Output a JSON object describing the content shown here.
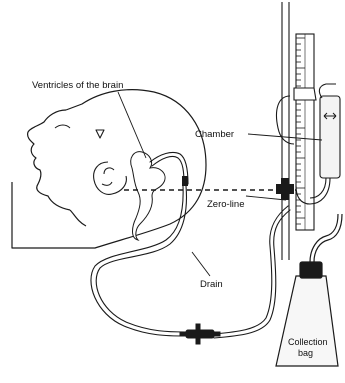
{
  "labels": {
    "ventricles": "Ventricles of the brain",
    "chamber": "Chamber",
    "zero_line": "Zero-line",
    "drain": "Drain",
    "collection_line1": "Collection",
    "collection_line2": "bag"
  },
  "colors": {
    "stroke": "#1a1a1a",
    "ventricle_fill": "#ffffff",
    "chamber_fill": "#f4f4f4",
    "bag_fill": "#f7f7f7",
    "background": "#ffffff"
  }
}
